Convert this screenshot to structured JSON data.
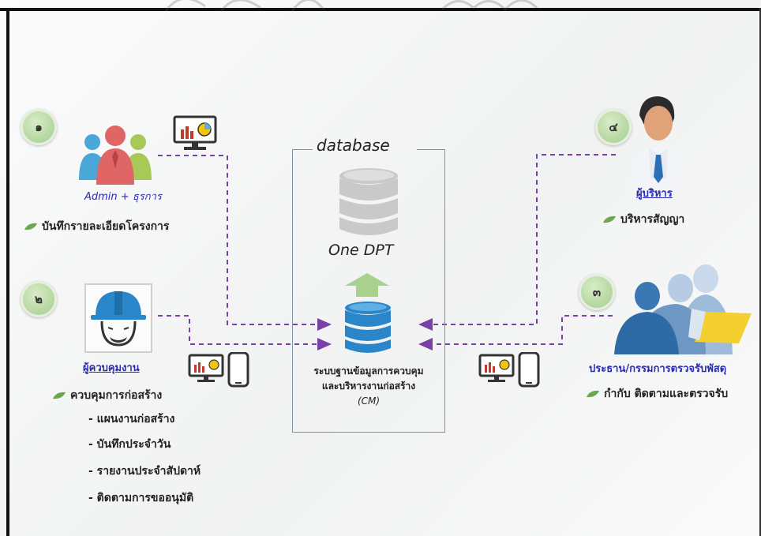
{
  "database": {
    "title": "database",
    "one_dpt": "One DPT",
    "cm_line1": "ระบบฐานข้อมูลการควบคุม",
    "cm_line2": "และบริหารงานก่อสร้าง",
    "cm_line3": "(CM)"
  },
  "actors": {
    "admin": {
      "number": "๑",
      "label": "Admin + ธุรการ",
      "desc": "บันทึกรายละเอียดโครงการ"
    },
    "supervisor": {
      "number": "๒",
      "label": "ผู้ควบคุมงาน",
      "desc": "ควบคุมการก่อสร้าง",
      "tasks": [
        "- แผนงานก่อสร้าง",
        "- บันทึกประจำวัน",
        "- รายงานประจำสัปดาห์",
        "- ติดตามการขออนุมัติ"
      ]
    },
    "committee": {
      "number": "๓",
      "label": "ประธาน/กรรมการตรวจรับพัสดุ",
      "desc": "กำกับ ติดตามและตรวจรับ"
    },
    "executive": {
      "number": "๔",
      "label": "ผู้บริหาร",
      "desc": "บริหารสัญญา"
    }
  },
  "colors": {
    "accent_label": "#2b2bb0",
    "dashed_line": "#7b3fa8",
    "db_blue": "#2a86c9",
    "badge_green": "#b9d9a4",
    "leaf_green": "#6aa84f"
  }
}
